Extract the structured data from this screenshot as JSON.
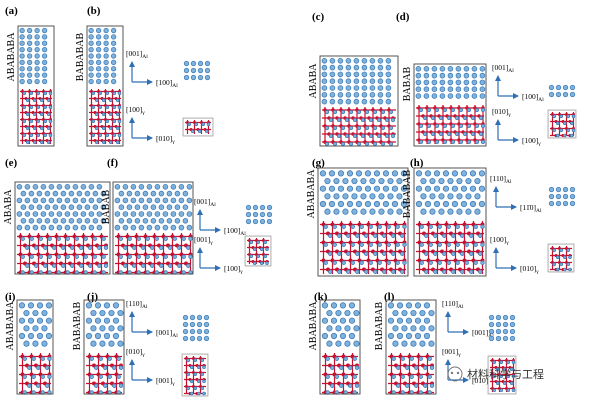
{
  "figure": {
    "panels": [
      {
        "id": "a",
        "label": "(a)",
        "stacking": "ABABABA"
      },
      {
        "id": "b",
        "label": "(b)",
        "stacking": "BABABAB",
        "axes": {
          "top_v": "[001]",
          "top_v_sub": "Al",
          "top_h": "[100]",
          "top_h_sub": "Al",
          "bot_v": "[100]",
          "bot_v_sub": "γ",
          "bot_h": "[010]",
          "bot_h_sub": "γ"
        }
      },
      {
        "id": "c",
        "label": "(c)",
        "stacking": "ABABA"
      },
      {
        "id": "d",
        "label": "(d)",
        "stacking": "BABAB",
        "axes": {
          "top_v": "[001]",
          "top_v_sub": "Al",
          "top_h": "[100]",
          "top_h_sub": "Al",
          "bot_v": "[010]",
          "bot_v_sub": "γ",
          "bot_h": "[100]",
          "bot_h_sub": "γ"
        }
      },
      {
        "id": "e",
        "label": "(e)",
        "stacking": "ABABA"
      },
      {
        "id": "f",
        "label": "(f)",
        "stacking": "BABAB",
        "axes": {
          "top_v": "[001]",
          "top_v_sub": "Al",
          "top_h": "[100]",
          "top_h_sub": "Al",
          "bot_v": "[001]",
          "bot_v_sub": "γ",
          "bot_h": "[100]",
          "bot_h_sub": "γ"
        }
      },
      {
        "id": "g",
        "label": "(g)",
        "stacking": "ABABABA"
      },
      {
        "id": "h",
        "label": "(h)",
        "stacking": "BABABAB",
        "axes": {
          "top_v": "[110]",
          "top_v_sub": "Al",
          "top_h": "[11̄0]",
          "top_h_sub": "Al",
          "bot_v": "[100]",
          "bot_v_sub": "γ",
          "bot_h": "[010]",
          "bot_h_sub": "γ"
        }
      },
      {
        "id": "i",
        "label": "(i)",
        "stacking": "ABABABA"
      },
      {
        "id": "j",
        "label": "(j)",
        "stacking": "BABABAB",
        "axes": {
          "top_v": "[110]",
          "top_v_sub": "Al",
          "top_h": "[001]",
          "top_h_sub": "Al",
          "bot_v": "[010]",
          "bot_v_sub": "γ",
          "bot_h": "[001]",
          "bot_h_sub": "γ"
        }
      },
      {
        "id": "k",
        "label": "(k)",
        "stacking": "ABABABA"
      },
      {
        "id": "l",
        "label": "(l)",
        "stacking": "BABABAB",
        "axes": {
          "top_v": "[110]",
          "top_v_sub": "Al",
          "top_h": "[001]",
          "top_h_sub": "Al",
          "bot_v": "[001]",
          "bot_v_sub": "γ",
          "bot_h": "[010]",
          "bot_h_sub": "γ"
        }
      }
    ],
    "watermark": "材料科学与工程",
    "colors": {
      "al_atom": "#7fb2dc",
      "al_ring": "#3f7db8",
      "gamma_o": "#c8102e",
      "frame": "#444444",
      "arrow": "#2f6fb4",
      "backdrop": "#f0f0f0"
    }
  }
}
